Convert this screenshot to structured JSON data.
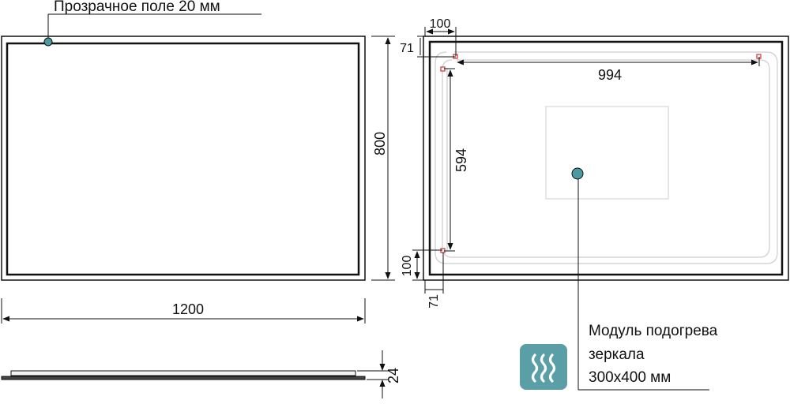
{
  "front_view": {
    "callout_label": "Прозрачное поле 20 мм",
    "width_label": "1200",
    "height_label": "800"
  },
  "side_view": {
    "thickness_label": "24"
  },
  "back_view": {
    "top_offset_x": "100",
    "top_offset_y": "71",
    "span_x": "994",
    "span_y": "594",
    "bottom_offset_y": "100",
    "bottom_offset_x": "71"
  },
  "heater": {
    "line1": "Модуль подогрева",
    "line2": "зеркала",
    "line3": "300x400 мм",
    "icon": "heat-waves-icon",
    "icon_color": "#5a9ea6"
  },
  "colors": {
    "line": "#111111",
    "marker": "#4a9aa0",
    "mount": "#d04040",
    "led": "#d8d8d8"
  }
}
